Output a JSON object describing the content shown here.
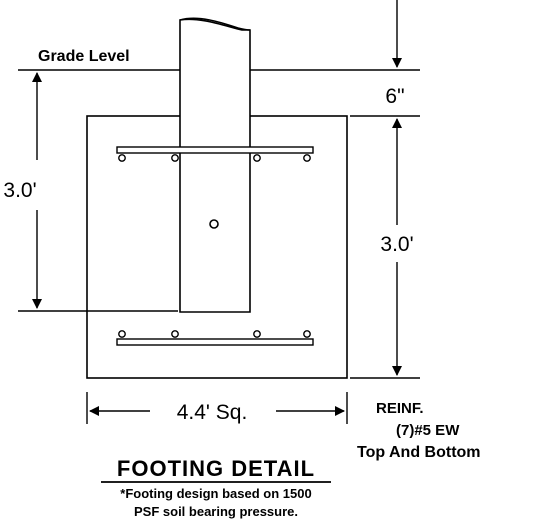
{
  "labels": {
    "grade_level": "Grade Level",
    "depth_below_grade": "6\"",
    "embed_depth": "3.0'",
    "footing_depth": "3.0'",
    "footing_width": "4.4' Sq.",
    "reinf_line1": "REINF.",
    "reinf_line2": "(7)#5 EW",
    "reinf_line3": "Top And Bottom",
    "title": "FOOTING DETAIL",
    "note_line1": "*Footing design based on 1500",
    "note_line2": "PSF soil bearing pressure."
  },
  "colors": {
    "line": "#000000",
    "background": "#ffffff"
  }
}
